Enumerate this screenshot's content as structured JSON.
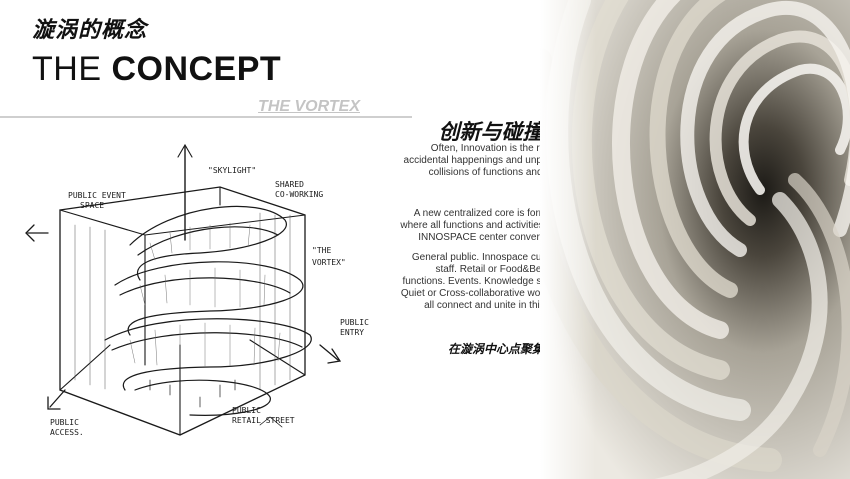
{
  "header": {
    "title_cn": "漩涡的概念",
    "title_en_light": "THE",
    "title_en_bold": "CONCEPT",
    "subtitle": "THE VORTEX"
  },
  "content": {
    "heading_cn": "创新与碰撞",
    "paragraph_1": "Often, Innovation is the result of accidental happenings and unplanned collisions of functions and ideas.",
    "paragraph_2": "A new centralized core is formed where all functions and activities of the INNOSPACE center converge.",
    "paragraph_3": "General public.  Innospace customer staff.  Retail or Food&Beverage functions.  Events.  Knowledge sharing.  Quiet or Cross-collaborative working… all connect and unite in this zone.",
    "footer_cn": "在漩涡中心点聚集"
  },
  "sketch": {
    "labels": {
      "skylight": "\"SKYLIGHT\"",
      "shared": "SHARED",
      "coworking": "CO-WORKING",
      "public_event": "PUBLIC EVENT",
      "space": "SPACE",
      "the": "\"THE",
      "vortex": "VORTEX\"",
      "public_entry_1": "PUBLIC",
      "public_entry_2": "ENTRY",
      "public_access_1": "PUBLIC",
      "public_access_2": "ACCESS.",
      "public_retail_1": "PUBLIC",
      "public_retail_2": "RETAIL STREET"
    }
  },
  "colors": {
    "subtitle": "#c4c4c4",
    "rule": "#cfcfcf",
    "text": "#333333"
  }
}
